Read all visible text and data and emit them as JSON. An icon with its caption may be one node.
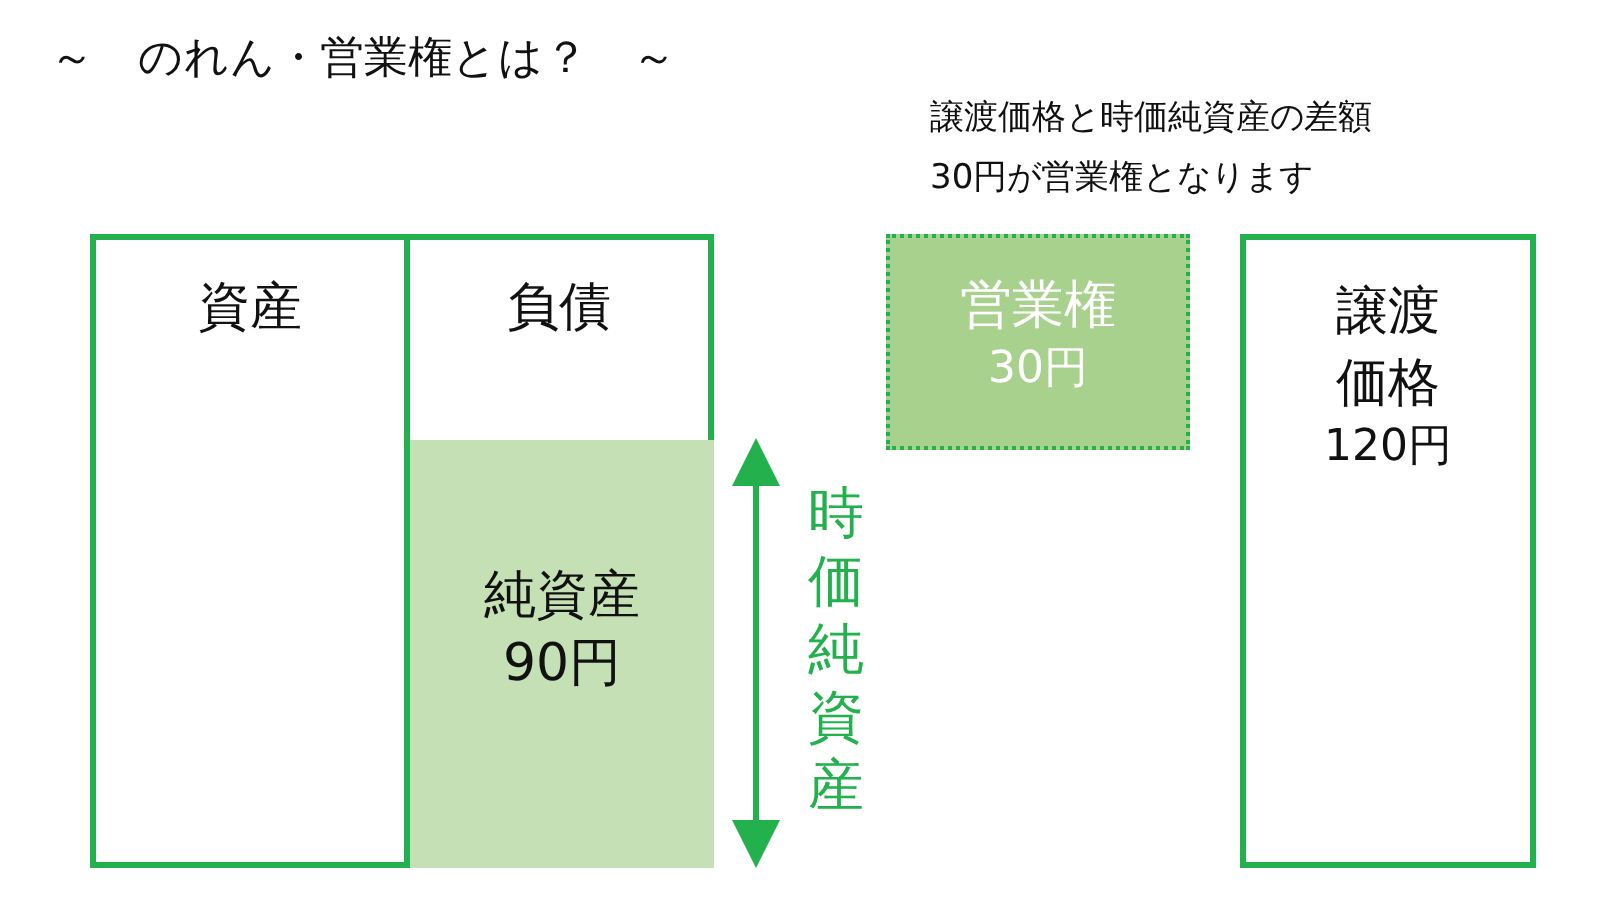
{
  "diagram": {
    "title": "～　のれん・営業権とは？　～",
    "nodes": [
      {
        "text": [
          "資産"
        ]
      },
      {
        "text": [
          "負債"
        ]
      },
      {
        "text": [
          "純資産",
          "90円"
        ],
        "in": 1
      },
      {
        "text": [
          "営業権",
          "30円"
        ]
      },
      {
        "text": [
          "譲渡価格",
          "120円"
        ]
      }
    ],
    "labels": [
      "譲渡価格と時価純資産の差額30円が営業権となります",
      "時価純資産"
    ]
  }
}
